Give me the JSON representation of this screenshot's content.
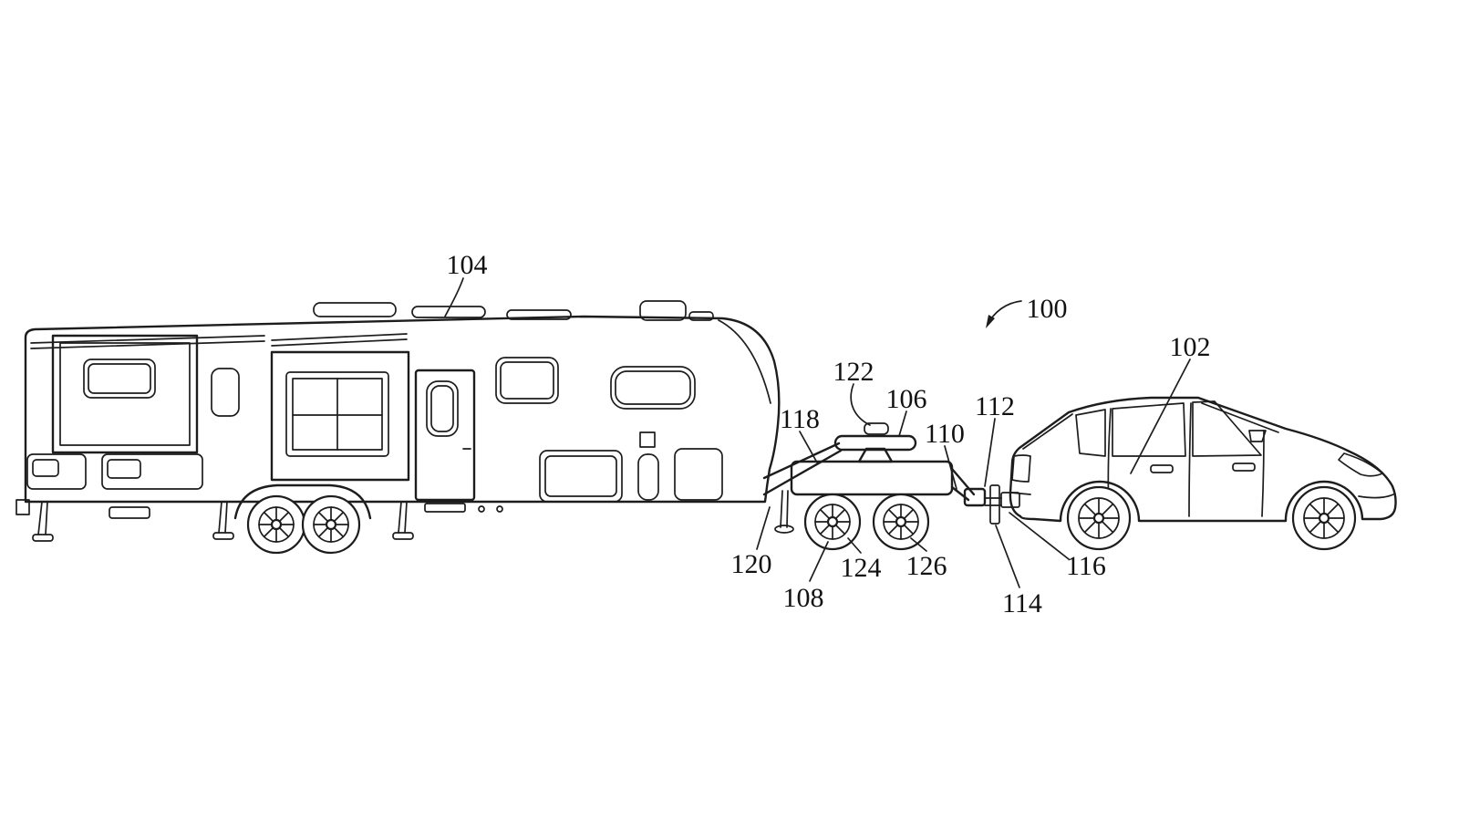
{
  "figure": {
    "kind": "patent-line-drawing",
    "colors": {
      "line": "#1d1d1d",
      "background": "#ffffff"
    }
  },
  "labels": {
    "l100": "100",
    "l102": "102",
    "l104": "104",
    "l106": "106",
    "l108": "108",
    "l110": "110",
    "l112": "112",
    "l114": "114",
    "l116": "116",
    "l118": "118",
    "l120": "120",
    "l122": "122",
    "l124": "124",
    "l126": "126"
  }
}
